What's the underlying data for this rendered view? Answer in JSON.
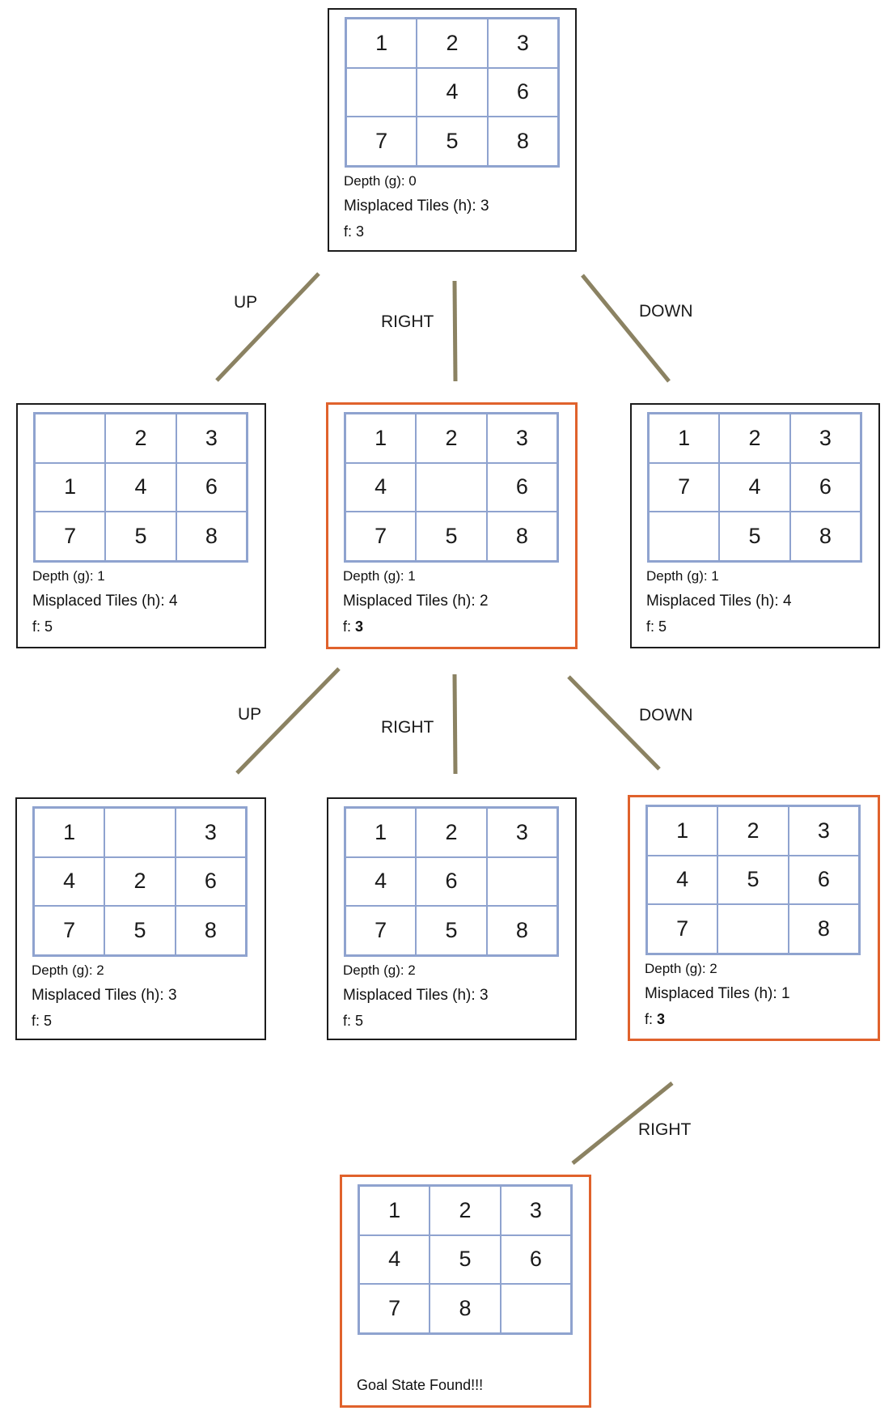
{
  "nodes": [
    {
      "id": "root",
      "chosen": false,
      "tiles": [
        "1",
        "2",
        "3",
        "",
        "4",
        "6",
        "7",
        "5",
        "8"
      ],
      "depth": "Depth (g): 0",
      "misplaced": "Misplaced Tiles (h): 3",
      "f_prefix": "f: ",
      "f": "3",
      "f_bold": false
    },
    {
      "id": "l1-up",
      "chosen": false,
      "tiles": [
        "",
        "2",
        "3",
        "1",
        "4",
        "6",
        "7",
        "5",
        "8"
      ],
      "depth": "Depth (g): 1",
      "misplaced": "Misplaced Tiles (h): 4",
      "f_prefix": "f: ",
      "f": "5",
      "f_bold": false
    },
    {
      "id": "l1-right",
      "chosen": true,
      "tiles": [
        "1",
        "2",
        "3",
        "4",
        "",
        "6",
        "7",
        "5",
        "8"
      ],
      "depth": "Depth (g): 1",
      "misplaced": "Misplaced Tiles (h): 2",
      "f_prefix": "f: ",
      "f": "3",
      "f_bold": true
    },
    {
      "id": "l1-down",
      "chosen": false,
      "tiles": [
        "1",
        "2",
        "3",
        "7",
        "4",
        "6",
        "",
        "5",
        "8"
      ],
      "depth": "Depth (g): 1",
      "misplaced": "Misplaced Tiles (h): 4",
      "f_prefix": "f: ",
      "f": "5",
      "f_bold": false
    },
    {
      "id": "l2-up",
      "chosen": false,
      "tiles": [
        "1",
        "",
        "3",
        "4",
        "2",
        "6",
        "7",
        "5",
        "8"
      ],
      "depth": "Depth (g): 2",
      "misplaced": "Misplaced Tiles (h): 3",
      "f_prefix": "f: ",
      "f": "5",
      "f_bold": false
    },
    {
      "id": "l2-right",
      "chosen": false,
      "tiles": [
        "1",
        "2",
        "3",
        "4",
        "6",
        "",
        "7",
        "5",
        "8"
      ],
      "depth": "Depth (g): 2",
      "misplaced": "Misplaced Tiles (h): 3",
      "f_prefix": "f: ",
      "f": "5",
      "f_bold": false
    },
    {
      "id": "l2-down",
      "chosen": true,
      "tiles": [
        "1",
        "2",
        "3",
        "4",
        "5",
        "6",
        "7",
        "",
        "8"
      ],
      "depth": "Depth (g): 2",
      "misplaced": "Misplaced Tiles (h): 1",
      "f_prefix": "f: ",
      "f": "3",
      "f_bold": true
    },
    {
      "id": "goal",
      "chosen": true,
      "tiles": [
        "1",
        "2",
        "3",
        "4",
        "5",
        "6",
        "7",
        "8",
        ""
      ],
      "goal_text": "Goal State Found!!!"
    }
  ],
  "moves": {
    "up1": "UP",
    "right1": "RIGHT",
    "down1": "DOWN",
    "up2": "UP",
    "right2": "RIGHT",
    "down2": "DOWN",
    "right3": "RIGHT"
  },
  "colors": {
    "chosen_border": "#e0622c",
    "plain_border": "#1c1c1c",
    "grid_line": "#8fa3cf",
    "edge_line": "#8b8262"
  }
}
